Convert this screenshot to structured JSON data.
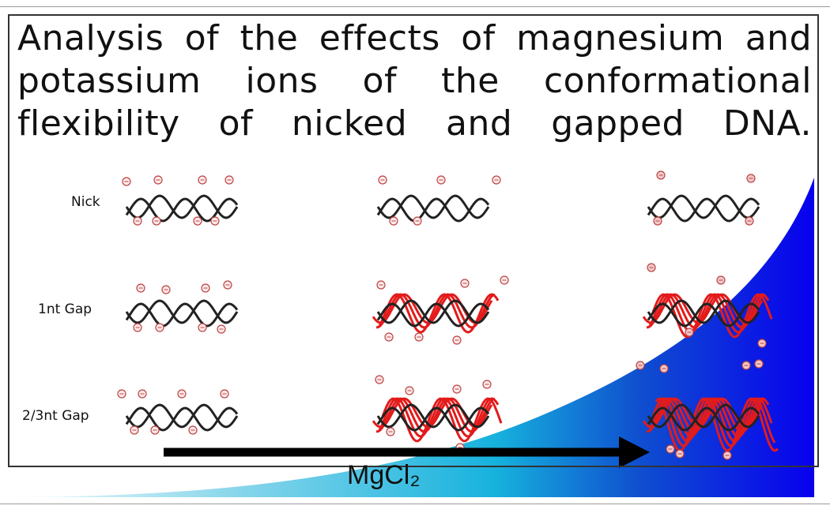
{
  "figure": {
    "title": "Analysis of the effects of magnesium and potassium ions of the conformational flexibility of nicked and gapped DNA.",
    "rows": [
      {
        "label": "Nick"
      },
      {
        "label": "1nt Gap"
      },
      {
        "label": "2/3nt Gap"
      }
    ],
    "columns_count": 3,
    "arrow_label": "MgCl₂",
    "colors": {
      "gradient_start": "#dff3f7",
      "gradient_mid": "#19b8e0",
      "gradient_end": "#0a00ee",
      "dna_strand": "#222222",
      "flexible_strand": "#e31b1b",
      "ion": "#e8a0a0"
    }
  }
}
